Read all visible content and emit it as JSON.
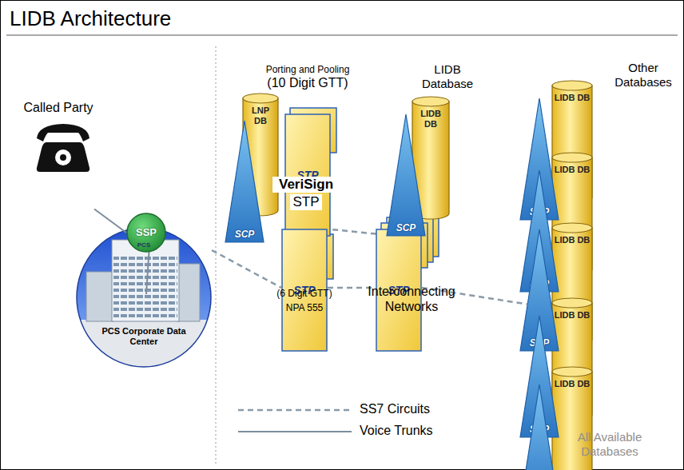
{
  "diagram": {
    "title": "LIDB Architecture",
    "nodes": [
      {
        "text": [
          "Called Party"
        ]
      },
      {
        "text": [
          "SSP"
        ]
      },
      {
        "text": [
          "PCS Corporate Data Center"
        ]
      },
      {
        "text": [
          "LNP DB"
        ]
      },
      {
        "text": [
          "SCP"
        ]
      },
      {
        "text": [
          "STP"
        ]
      },
      {
        "text": [
          "STP"
        ]
      },
      {
        "text": [
          "SCP"
        ]
      },
      {
        "text": [
          "LIDB DB"
        ]
      },
      {
        "text": [
          "STP"
        ]
      },
      {
        "text": [
          "SCP"
        ]
      },
      {
        "text": [
          "LIDB DB"
        ]
      },
      {
        "text": [
          "SCP"
        ]
      },
      {
        "text": [
          "LIDB DB"
        ]
      },
      {
        "text": [
          "SCP"
        ]
      },
      {
        "text": [
          "LIDB DB"
        ]
      },
      {
        "text": [
          "SCP"
        ]
      },
      {
        "text": [
          "LIDB DB"
        ]
      },
      {
        "text": [
          "SCP"
        ]
      },
      {
        "text": [
          "LIDB DB"
        ]
      }
    ],
    "edges": [
      {
        "from": 0,
        "to": 1,
        "arrow": "none"
      },
      {
        "from": 1,
        "to": 2,
        "arrow": "none"
      },
      {
        "from": 2,
        "to": 6,
        "arrow": "none"
      },
      {
        "from": 5,
        "to": 6,
        "arrow": "both"
      },
      {
        "from": 6,
        "to": 7,
        "arrow": "none"
      },
      {
        "from": 6,
        "to": 9,
        "arrow": "none"
      },
      {
        "from": 9,
        "to": 14,
        "arrow": "none"
      }
    ],
    "labels": [
      "Porting and Pooling",
      "(10 Digit GTT)",
      "LIDB Database",
      "Other Databases",
      "VeriSign",
      "STP",
      "(6 Digit GTT)",
      "NPA 555",
      "Interconnecting Networks",
      "All Available Databases",
      "PCS"
    ],
    "legend": [
      {
        "text": "SS7 Circuits"
      },
      {
        "text": "Voice Trunks"
      }
    ]
  }
}
